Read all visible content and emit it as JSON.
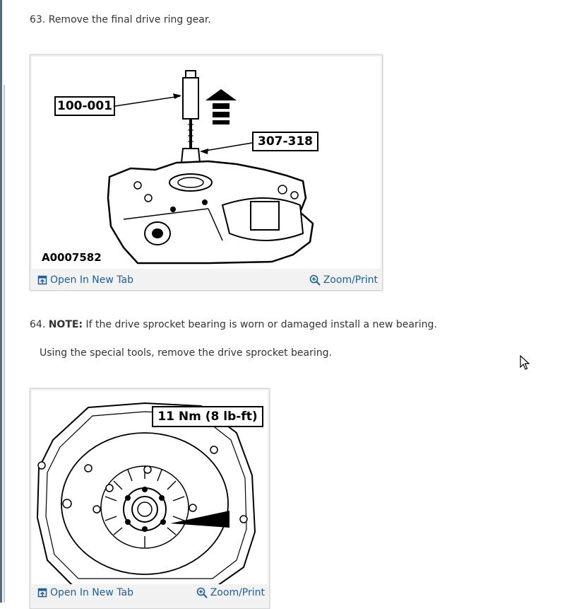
{
  "steps": {
    "step63": {
      "number": "63.",
      "text": "Remove the final drive ring gear."
    },
    "step64": {
      "number": "64.",
      "note_label": "NOTE:",
      "note_text": "If the drive sprocket bearing is worn or damaged install a new bearing.",
      "body": "Using the special tools, remove the drive sprocket bearing."
    }
  },
  "figure1": {
    "labels": {
      "tool_a": "100-001",
      "tool_b": "307-318",
      "image_id": "A0007582"
    },
    "open_new_tab": "Open In New Tab",
    "zoom_print": "Zoom/Print"
  },
  "figure2": {
    "labels": {
      "torque": "11 Nm (8 lb-ft)"
    },
    "open_new_tab": "Open In New Tab",
    "zoom_print": "Zoom/Print"
  },
  "icons": {
    "open_tab": "open-in-new-tab-icon",
    "zoom": "zoom-icon",
    "cursor": "mouse-pointer-icon"
  },
  "colors": {
    "link": "#1f5d9b",
    "text": "#333333",
    "figure_bg": "#f2f2f2"
  }
}
